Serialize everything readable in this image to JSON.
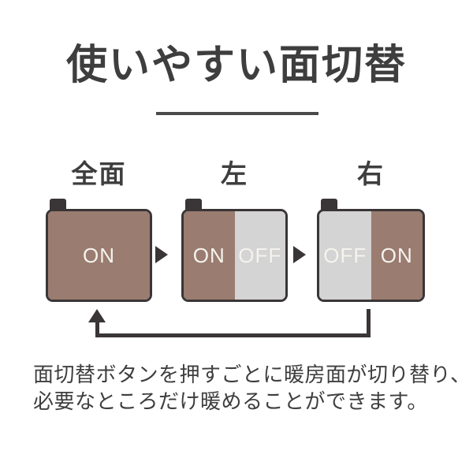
{
  "title": "使いやすい面切替",
  "panels": [
    {
      "label": "全面",
      "segments": [
        {
          "state_label": "ON",
          "heat": "on"
        }
      ]
    },
    {
      "label": "左",
      "segments": [
        {
          "state_label": "ON",
          "heat": "on"
        },
        {
          "state_label": "OFF",
          "heat": "off"
        }
      ]
    },
    {
      "label": "右",
      "segments": [
        {
          "state_label": "OFF",
          "heat": "off"
        },
        {
          "state_label": "ON",
          "heat": "on"
        }
      ]
    }
  ],
  "icons": {
    "between_panels": "right-triangle-arrow",
    "cycle_back": "loop-up-arrow",
    "panel_tab": "power-tab"
  },
  "description": {
    "line1": "面切替ボタンを押すごとに暖房面が切り替り、",
    "line2": "必要なところだけ暖めることができます。"
  },
  "colors": {
    "heating_on": "#9a7c70",
    "heating_off": "#d3d4d3",
    "outline": "#3a3536",
    "text_dark": "#3e3e3e",
    "state_text": "#f6f3ee",
    "divider": "#4a4a4a",
    "background": "#ffffff"
  }
}
